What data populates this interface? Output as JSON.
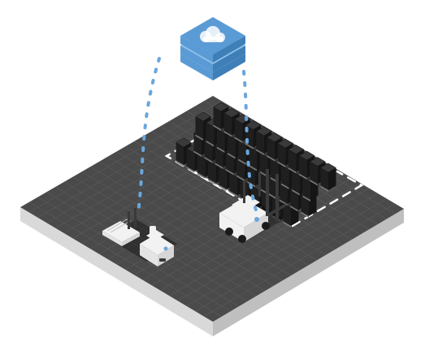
{
  "scene": {
    "subject": "isometric-warehouse-floor",
    "elements": [
      "cloud-server-icon",
      "pallet-racks",
      "forklift",
      "tugger-vehicle",
      "data-link-dashes"
    ]
  },
  "colors": {
    "background": "#ffffff",
    "floor_top": "#4a4a4a",
    "floor_grid": "#5c5c5c",
    "floor_side_left": "#d9d9d9",
    "floor_side_right": "#bfbfbf",
    "floor_edge_dark": "#2b2b2b",
    "cloud_icon": "#5b9bd5",
    "cloud_icon_light": "#8cc0ea",
    "cloud_icon_dark": "#3f7fb8",
    "link_dash": "#6aa6dc",
    "pallet_box": "#1f1f1f",
    "pallet_box_top": "#3a3a3a",
    "vehicle_body": "#f2f2f2",
    "vehicle_shadow": "#c8c8c8",
    "lane_marking": "#ffffff"
  }
}
